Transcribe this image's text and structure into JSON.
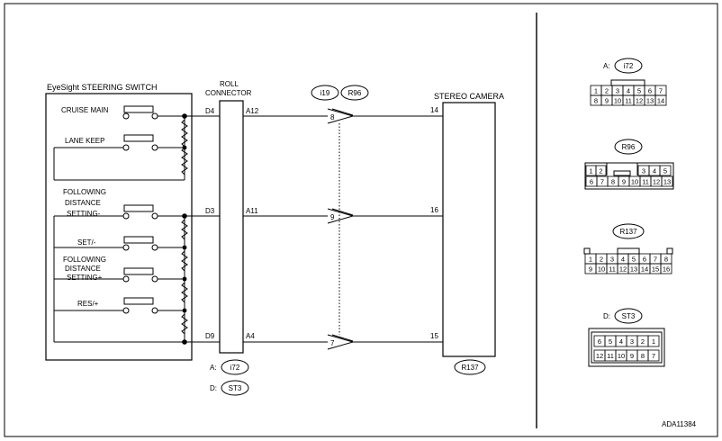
{
  "switch_unit": {
    "title": "EyeSight STEERING SWITCH",
    "switches": {
      "cruise_main": "CRUISE MAIN",
      "lane_keep": "LANE KEEP",
      "following_minus": [
        "FOLLOWING",
        "DISTANCE",
        "SETTING-"
      ],
      "set_minus": "SET/-",
      "following_plus": [
        "FOLLOWING",
        "DISTANCE",
        "SETTING+"
      ],
      "res_plus": "RES/+"
    }
  },
  "roll_connector": {
    "title": [
      "ROLL",
      "CONNECTOR"
    ],
    "d_pins": [
      "D4",
      "D3",
      "D9"
    ],
    "a_pins": [
      "A12",
      "A11",
      "A4"
    ]
  },
  "intermediate_connectors": [
    "i19",
    "R96"
  ],
  "junction_numbers": [
    "8",
    "9",
    "7"
  ],
  "stereo_camera": {
    "title": "STEREO CAMERA",
    "pins": [
      "14",
      "16",
      "15"
    ],
    "connector": "R137"
  },
  "connector_refs": [
    {
      "prefix": "A:",
      "name": "i72"
    },
    {
      "prefix": "D:",
      "name": "ST3"
    }
  ],
  "connector_faces": [
    {
      "prefix": "A:",
      "name": "i72",
      "rows": [
        [
          "1",
          "2",
          "3",
          "4",
          "5",
          "6",
          "7"
        ],
        [
          "8",
          "9",
          "10",
          "11",
          "12",
          "13",
          "14"
        ]
      ]
    },
    {
      "prefix": "",
      "name": "R96",
      "rows": [
        [
          "1",
          "2",
          "3",
          "4",
          "5"
        ],
        [
          "6",
          "7",
          "8",
          "9",
          "10",
          "11",
          "12",
          "13"
        ]
      ]
    },
    {
      "prefix": "",
      "name": "R137",
      "rows": [
        [
          "1",
          "2",
          "3",
          "4",
          "5",
          "6",
          "7",
          "8"
        ],
        [
          "9",
          "10",
          "11",
          "12",
          "13",
          "14",
          "15",
          "16"
        ]
      ]
    },
    {
      "prefix": "D:",
      "name": "ST3",
      "rows": [
        [
          "6",
          "5",
          "4",
          "3",
          "2",
          "1"
        ],
        [
          "12",
          "11",
          "10",
          "9",
          "8",
          "7"
        ]
      ]
    }
  ],
  "figure_code": "ADA11384"
}
